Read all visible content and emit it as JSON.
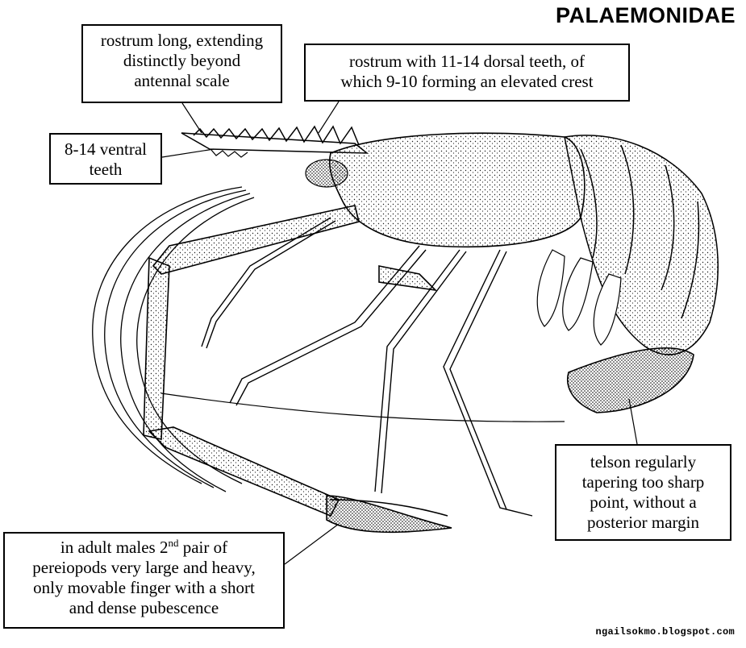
{
  "title": "PALAEMONIDAE",
  "labels": {
    "rostrum_long": [
      "rostrum long, extending",
      "distinctly beyond",
      "antennal scale"
    ],
    "rostrum_dorsal": [
      "rostrum with 11-14 dorsal teeth, of",
      "which 9-10 forming an elevated crest"
    ],
    "ventral_teeth": [
      "8-14 ventral",
      "teeth"
    ],
    "telson": [
      "telson regularly",
      "tapering too sharp",
      "point, without a",
      "posterior margin"
    ],
    "males": {
      "line1_prefix": "in adult males 2",
      "line1_sup": "nd",
      "line1_suffix": " pair of",
      "line2": "pereiopods very large and heavy,",
      "line3": "only movable finger with a short",
      "line4": "and dense pubescence"
    }
  },
  "credit": "ngailsokmo.blogspot.com",
  "colors": {
    "ink": "#000000",
    "paper": "#ffffff",
    "stipple": "#1a1a1a"
  }
}
